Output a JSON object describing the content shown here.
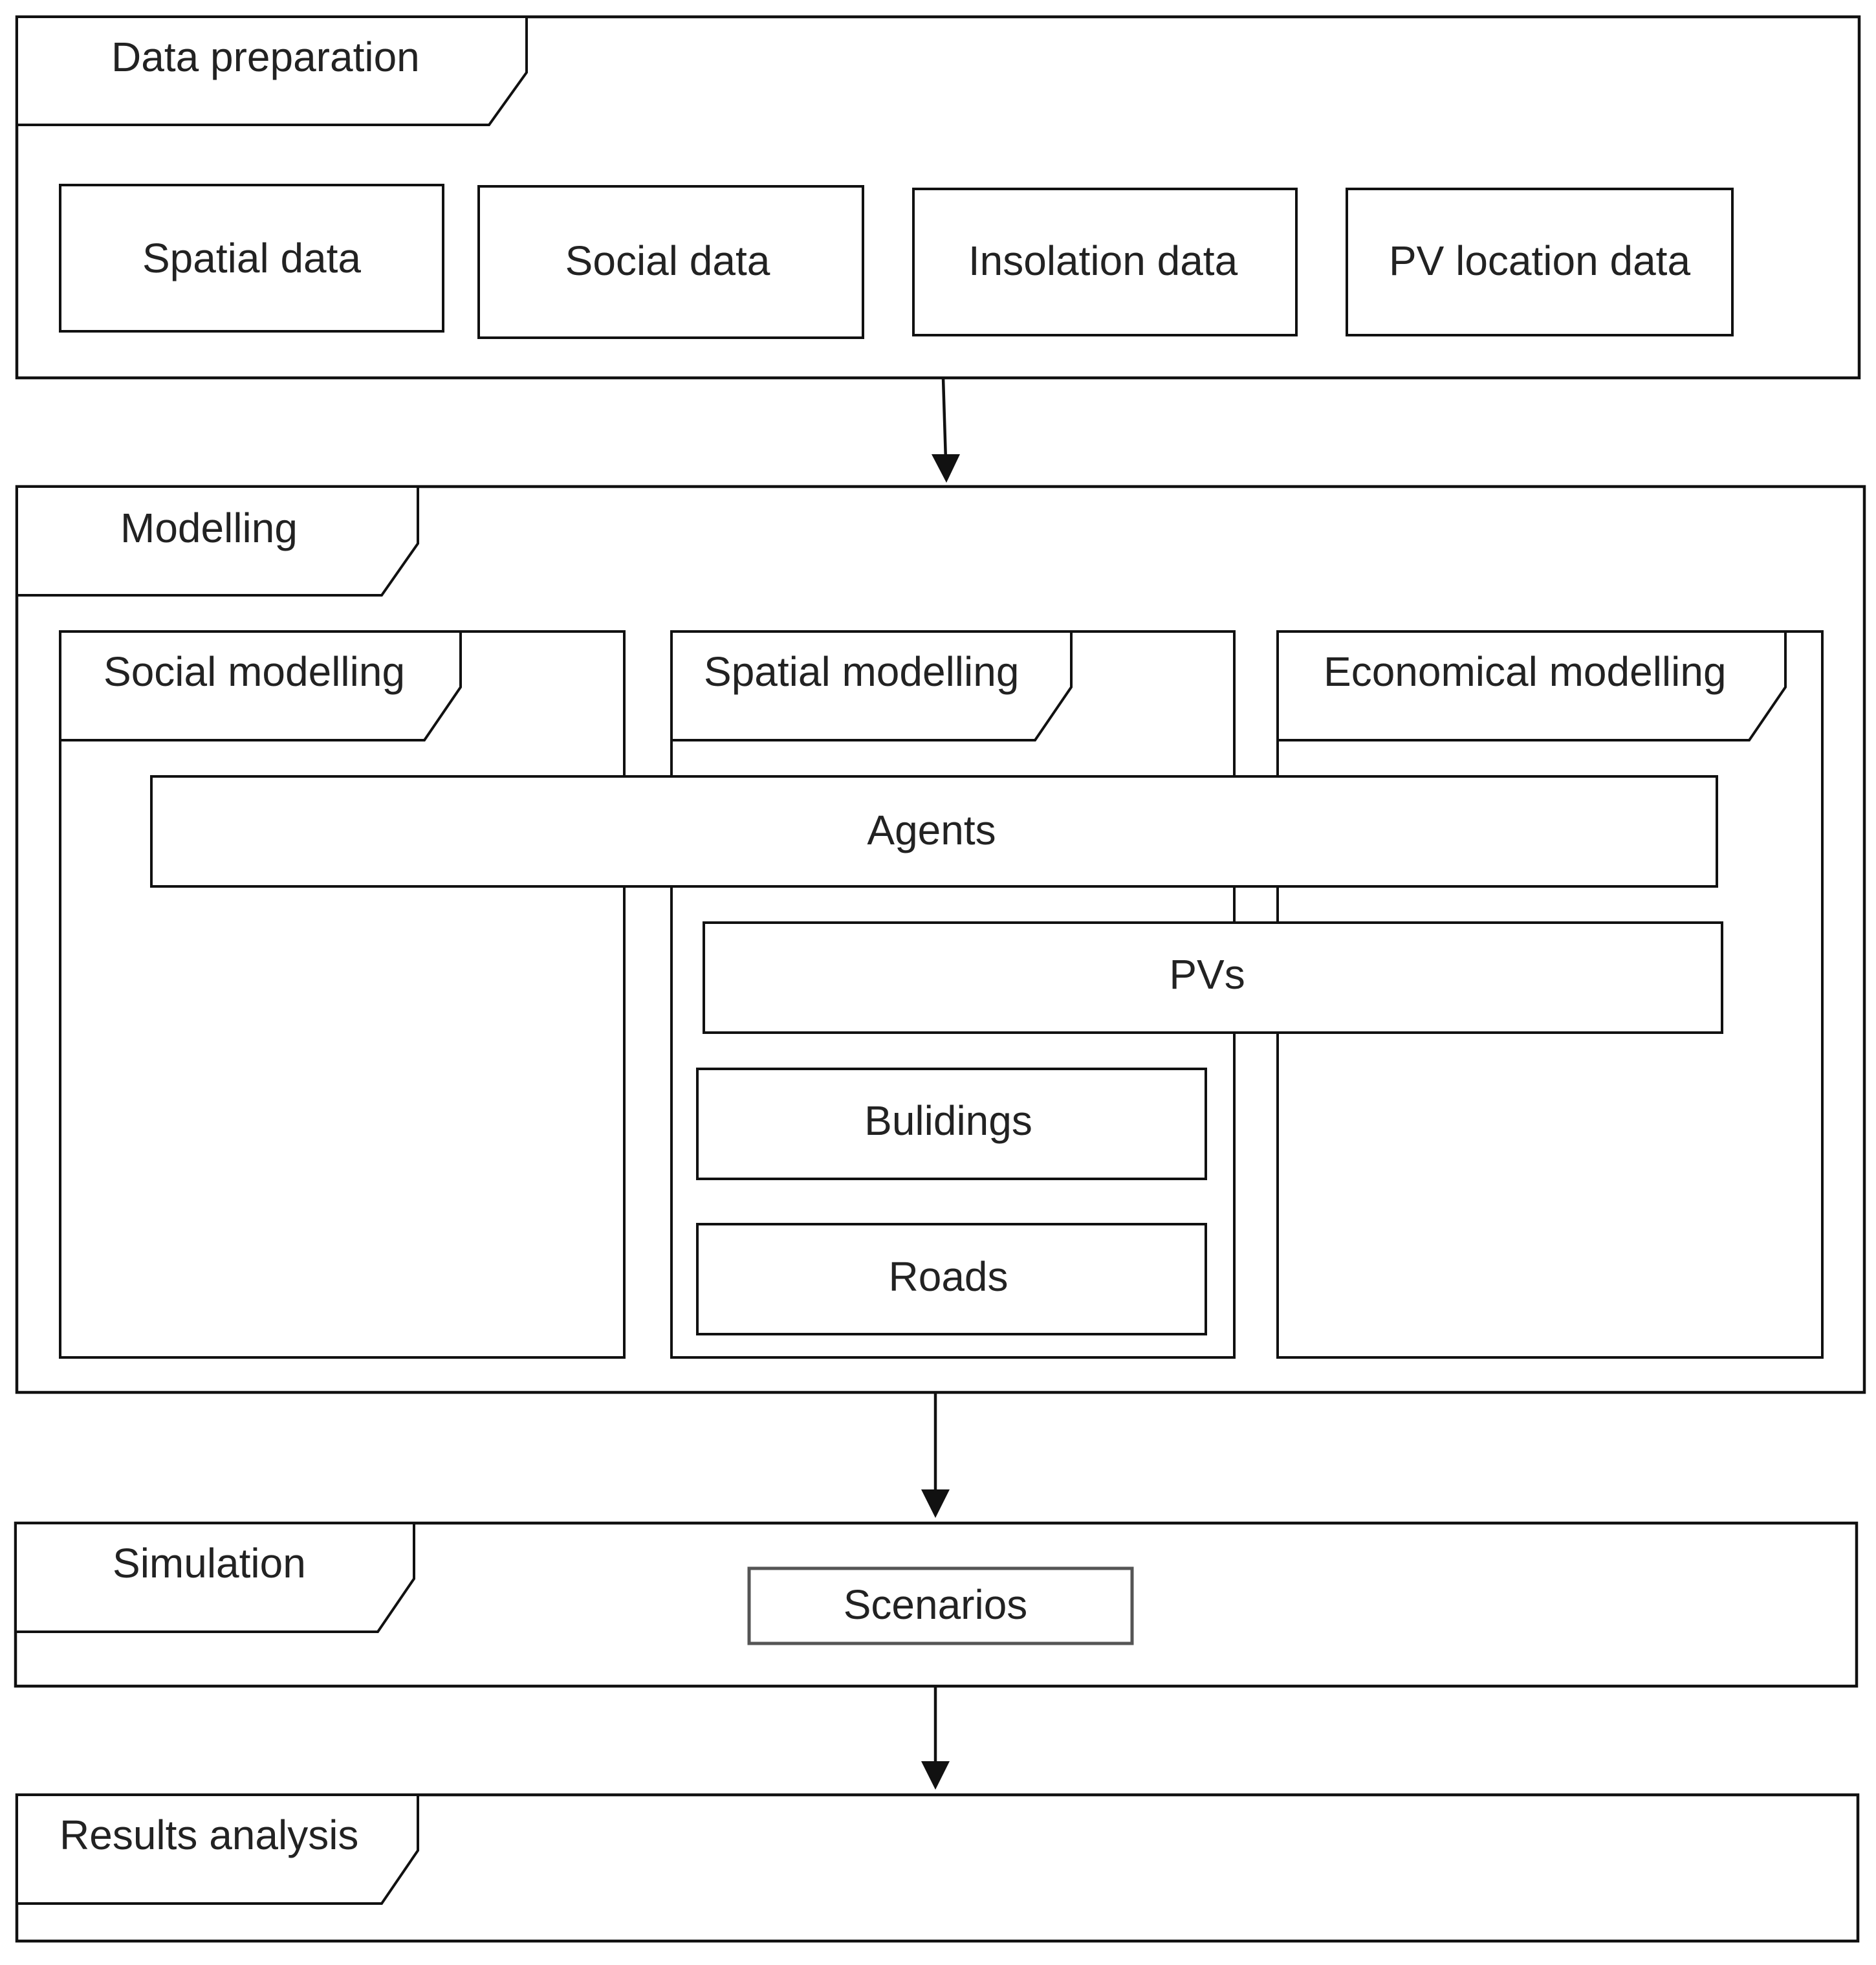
{
  "stages": {
    "data_preparation": {
      "title": "Data preparation",
      "items": [
        "Spatial data",
        "Social data",
        "Insolation data",
        "PV location data"
      ]
    },
    "modelling": {
      "title": "Modelling",
      "social": "Social modelling",
      "spatial": "Spatial modelling",
      "economical": "Economical modelling",
      "agents": "Agents",
      "pvs": "PVs",
      "buildings": "Bulidings",
      "roads": "Roads"
    },
    "simulation": {
      "title": "Simulation",
      "scenarios": "Scenarios"
    },
    "results": {
      "title": "Results analysis"
    }
  }
}
